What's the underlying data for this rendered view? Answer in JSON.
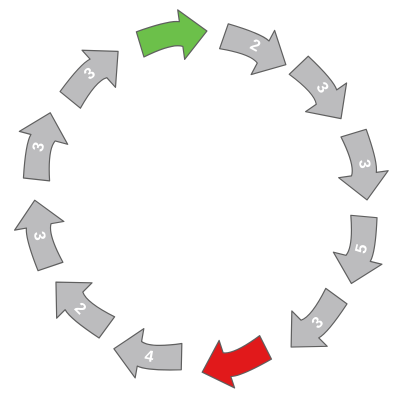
{
  "diagram": {
    "type": "cycle",
    "colors": {
      "start": "#6cc04a",
      "end": "#e1191b",
      "step": "#bcbcbe",
      "stroke": "#5f5f5f",
      "label": "#ffffff"
    },
    "arrows": [
      {
        "label": "",
        "color": "start",
        "name": "arrow-start"
      },
      {
        "label": "2",
        "color": "step",
        "name": "arrow-step"
      },
      {
        "label": "3",
        "color": "step",
        "name": "arrow-step"
      },
      {
        "label": "3",
        "color": "step",
        "name": "arrow-step"
      },
      {
        "label": "5",
        "color": "step",
        "name": "arrow-step"
      },
      {
        "label": "3",
        "color": "step",
        "name": "arrow-step"
      },
      {
        "label": "",
        "color": "end",
        "name": "arrow-end"
      },
      {
        "label": "4",
        "color": "step",
        "name": "arrow-step"
      },
      {
        "label": "2",
        "color": "step",
        "name": "arrow-step"
      },
      {
        "label": "3",
        "color": "step",
        "name": "arrow-step"
      },
      {
        "label": "3",
        "color": "step",
        "name": "arrow-step"
      },
      {
        "label": "3",
        "color": "step",
        "name": "arrow-step"
      }
    ]
  }
}
